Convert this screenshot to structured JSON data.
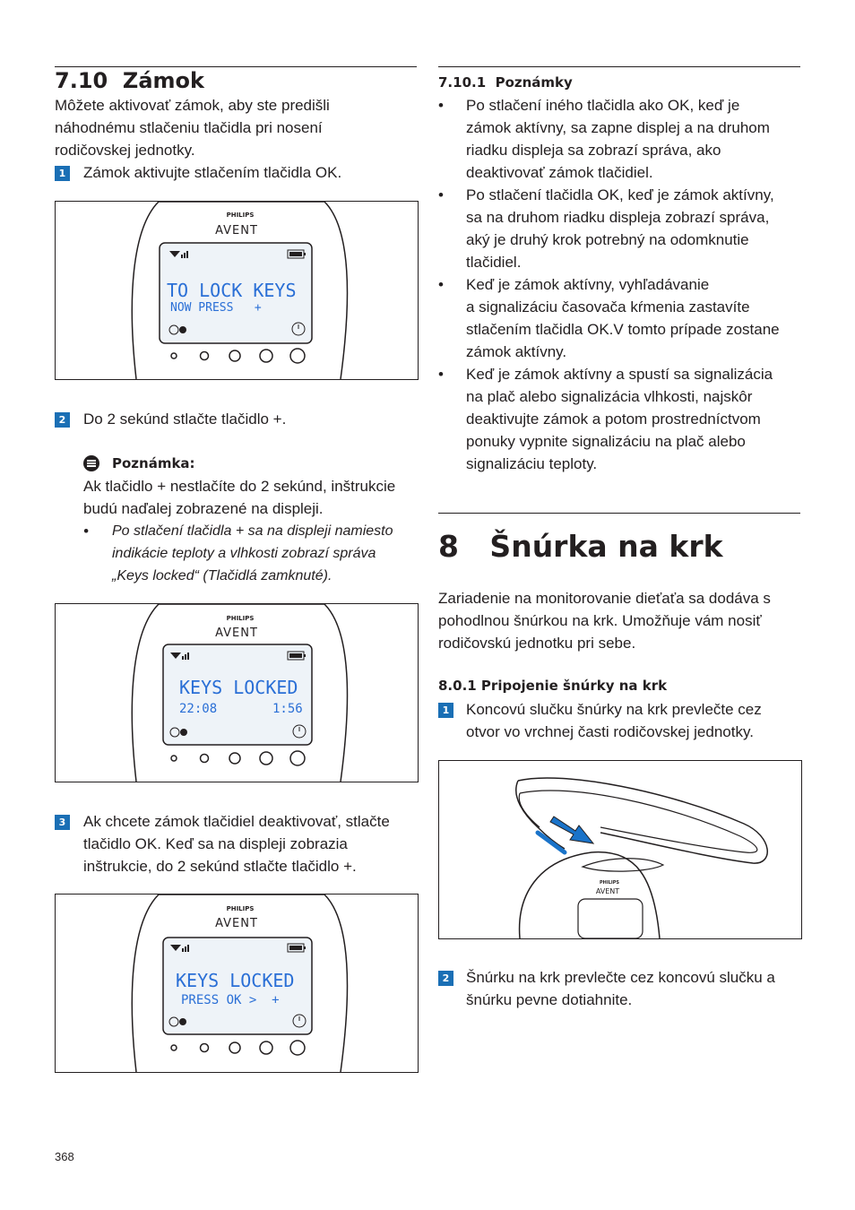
{
  "left": {
    "section_title": "7.10  Zámok",
    "intro_lines": [
      "Môžete aktivovať zámok, aby ste predišli",
      "náhodnému stlačeniu tlačidla pri nosení",
      "rodičovskej jednotky."
    ],
    "step1": {
      "num": "1",
      "text": "Zámok aktivujte stlačením tlačidla OK."
    },
    "step2": {
      "num": "2",
      "text": "Do 2 sekúnd stlačte tlačidlo +."
    },
    "note": {
      "title": "Poznámka:",
      "lines": [
        "Ak tlačidlo + nestlačíte do 2 sekúnd, inštrukcie",
        "budú naďalej zobrazené na displeji."
      ],
      "bullet_lines": [
        "Po stlačení tlačidla + sa na displeji namiesto",
        "indikácie teploty a vlhkosti zobrazí správa",
        "„Keys locked“ (Tlačidlá zamknuté)."
      ]
    },
    "step3": {
      "num": "3",
      "lines": [
        "Ak chcete zámok tlačidiel deaktivovať, stlačte",
        "tlačidlo OK. Keď sa na displeji zobrazia",
        "inštrukcie, do 2 sekúnd stlačte tlačidlo +."
      ]
    }
  },
  "figures": {
    "brand_top": "PHILIPS",
    "brand_bottom": "AVENT",
    "fig1": {
      "line1": "TO LOCK KEYS",
      "line2": "NOW PRESS   +"
    },
    "fig2": {
      "line1": "KEYS LOCKED",
      "time_left": "22:08",
      "time_right": "1:56"
    },
    "fig3": {
      "line1": "KEYS LOCKED",
      "line2": "PRESS OK >  +"
    },
    "colors": {
      "lcd_text": "#2a6fd6",
      "lcd_bg": "#eef3f8",
      "arrow": "#1a73c9",
      "step_badge": "#1a6fb5"
    }
  },
  "right": {
    "notes_title": "7.10.1  Poznámky",
    "bullets": [
      [
        "Po stlačení iného tlačidla ako OK, keď je",
        "zámok aktívny, sa zapne displej a na druhom",
        "riadku displeja sa zobrazí správa, ako",
        "deaktivovať zámok tlačidiel."
      ],
      [
        "Po stlačení tlačidla OK, keď je zámok aktívny,",
        "sa na druhom riadku displeja zobrazí správa,",
        "aký je druhý krok potrebný na odomknutie",
        "tlačidiel."
      ],
      [
        "Keď je zámok aktívny, vyhľadávanie",
        "a signalizáciu časovača kŕmenia zastavíte",
        "stlačením tlačidla OK.V tomto prípade zostane",
        "zámok aktívny."
      ],
      [
        "Keď je zámok aktívny a spustí sa signalizácia",
        "na plač alebo signalizácia vlhkosti, najskôr",
        "deaktivujte zámok a potom prostredníctvom",
        "ponuky vypnite signalizáciu na plač alebo",
        "signalizáciu teploty."
      ]
    ],
    "chapter_title": "8   Šnúrka na krk",
    "chapter_intro": [
      "Zariadenie na monitorovanie dieťaťa sa dodáva s",
      "pohodlnou šnúrkou na krk. Umožňuje vám nosiť",
      "rodičovskú jednotku pri sebe."
    ],
    "sub_title": "8.0.1 Pripojenie šnúrky na krk",
    "step1": {
      "num": "1",
      "lines": [
        "Koncovú slučku šnúrky na krk prevlečte cez",
        "otvor vo vrchnej časti rodičovskej jednotky."
      ]
    },
    "step2": {
      "num": "2",
      "lines": [
        "Šnúrku na krk prevlečte cez koncovú slučku a",
        "šnúrku pevne dotiahnite."
      ]
    }
  },
  "page_number": "368"
}
